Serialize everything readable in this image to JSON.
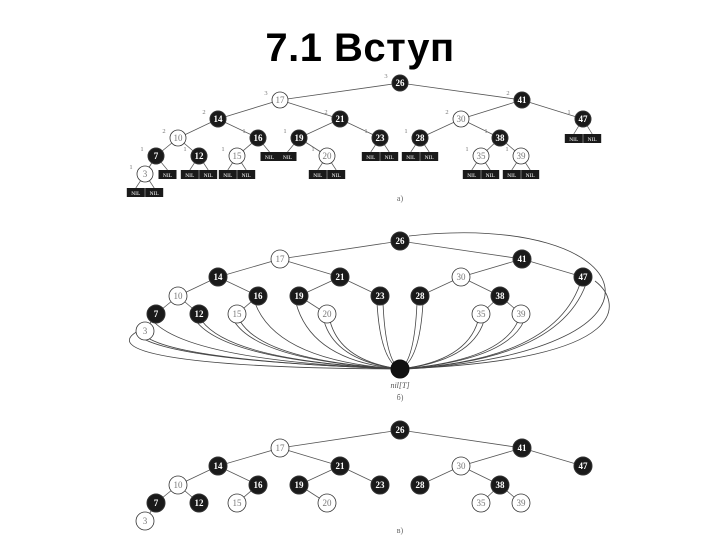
{
  "slide": {
    "title": "7.1 Вступ"
  },
  "figure": {
    "tree": {
      "nodes": [
        {
          "id": "n26",
          "key": "26",
          "color": "black"
        },
        {
          "id": "n17",
          "key": "17",
          "color": "red"
        },
        {
          "id": "n41",
          "key": "41",
          "color": "black"
        },
        {
          "id": "n14",
          "key": "14",
          "color": "black"
        },
        {
          "id": "n21",
          "key": "21",
          "color": "black"
        },
        {
          "id": "n30",
          "key": "30",
          "color": "red"
        },
        {
          "id": "n47",
          "key": "47",
          "color": "black"
        },
        {
          "id": "n10",
          "key": "10",
          "color": "red"
        },
        {
          "id": "n16",
          "key": "16",
          "color": "black"
        },
        {
          "id": "n19",
          "key": "19",
          "color": "black"
        },
        {
          "id": "n23",
          "key": "23",
          "color": "black"
        },
        {
          "id": "n28",
          "key": "28",
          "color": "black"
        },
        {
          "id": "n38",
          "key": "38",
          "color": "black"
        },
        {
          "id": "n7",
          "key": "7",
          "color": "black"
        },
        {
          "id": "n12",
          "key": "12",
          "color": "black"
        },
        {
          "id": "n15",
          "key": "15",
          "color": "red"
        },
        {
          "id": "n20",
          "key": "20",
          "color": "red"
        },
        {
          "id": "n35",
          "key": "35",
          "color": "red"
        },
        {
          "id": "n39",
          "key": "39",
          "color": "red"
        },
        {
          "id": "n3",
          "key": "3",
          "color": "red"
        }
      ],
      "edges": [
        [
          "n26",
          "n17"
        ],
        [
          "n26",
          "n41"
        ],
        [
          "n17",
          "n14"
        ],
        [
          "n17",
          "n21"
        ],
        [
          "n41",
          "n30"
        ],
        [
          "n41",
          "n47"
        ],
        [
          "n14",
          "n10"
        ],
        [
          "n14",
          "n16"
        ],
        [
          "n21",
          "n19"
        ],
        [
          "n21",
          "n23"
        ],
        [
          "n30",
          "n28"
        ],
        [
          "n30",
          "n38"
        ],
        [
          "n10",
          "n7"
        ],
        [
          "n10",
          "n12"
        ],
        [
          "n16",
          "n15"
        ],
        [
          "n19",
          "n20"
        ],
        [
          "n38",
          "n35"
        ],
        [
          "n38",
          "n39"
        ],
        [
          "n7",
          "n3"
        ]
      ]
    },
    "panel_a": {
      "label": "а)",
      "nil_label": "NIL",
      "black_heights": [
        {
          "node": "n26",
          "value": "3"
        },
        {
          "node": "n17",
          "value": "3"
        },
        {
          "node": "n41",
          "value": "2"
        },
        {
          "node": "n14",
          "value": "2"
        },
        {
          "node": "n21",
          "value": "2"
        },
        {
          "node": "n30",
          "value": "2"
        },
        {
          "node": "n47",
          "value": "1"
        },
        {
          "node": "n10",
          "value": "2"
        },
        {
          "node": "n16",
          "value": "1"
        },
        {
          "node": "n19",
          "value": "1"
        },
        {
          "node": "n23",
          "value": "1"
        },
        {
          "node": "n28",
          "value": "1"
        },
        {
          "node": "n38",
          "value": "1"
        },
        {
          "node": "n7",
          "value": "1"
        },
        {
          "node": "n12",
          "value": "1"
        },
        {
          "node": "n15",
          "value": "1"
        },
        {
          "node": "n20",
          "value": "1"
        },
        {
          "node": "n35",
          "value": "1"
        },
        {
          "node": "n39",
          "value": "1"
        },
        {
          "node": "n3",
          "value": "1"
        }
      ]
    },
    "panel_b": {
      "label": "б)",
      "sentinel_label": "nil[T]"
    },
    "panel_c": {
      "label": "в)"
    }
  }
}
